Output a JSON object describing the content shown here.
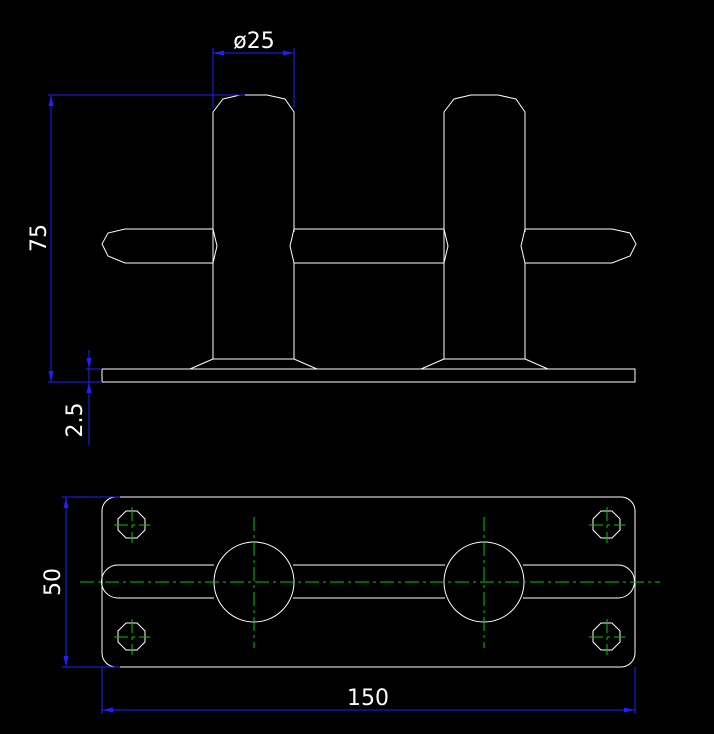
{
  "dimensions": {
    "diameter": "ø25",
    "height": "75",
    "plate_thickness": "2.5",
    "plate_width": "50",
    "plate_length": "150"
  },
  "colors": {
    "background": "#000000",
    "geometry": "#ffffff",
    "dimension": "#1f1fff",
    "centerline": "#00c800"
  }
}
